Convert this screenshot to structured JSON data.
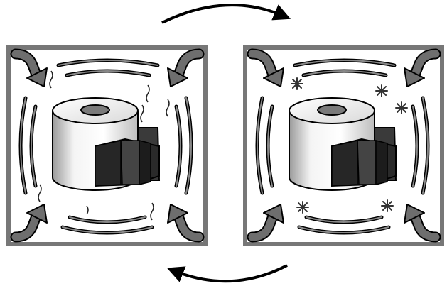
{
  "diagram": {
    "panels": [
      {
        "id": "left",
        "state": "heat-waves",
        "corner_arrows": "inward"
      },
      {
        "id": "right",
        "state": "cold-sparkles",
        "corner_arrows": "inward"
      }
    ],
    "cycle_arrows": {
      "top": "left-to-right",
      "bottom": "right-to-left"
    },
    "colors": {
      "frame": "#777777",
      "ink": "#000000",
      "arrow_gray": "#6e6e6e",
      "cylinder_light": "#eeeeee",
      "block_dark": "#2a2a2a"
    }
  }
}
